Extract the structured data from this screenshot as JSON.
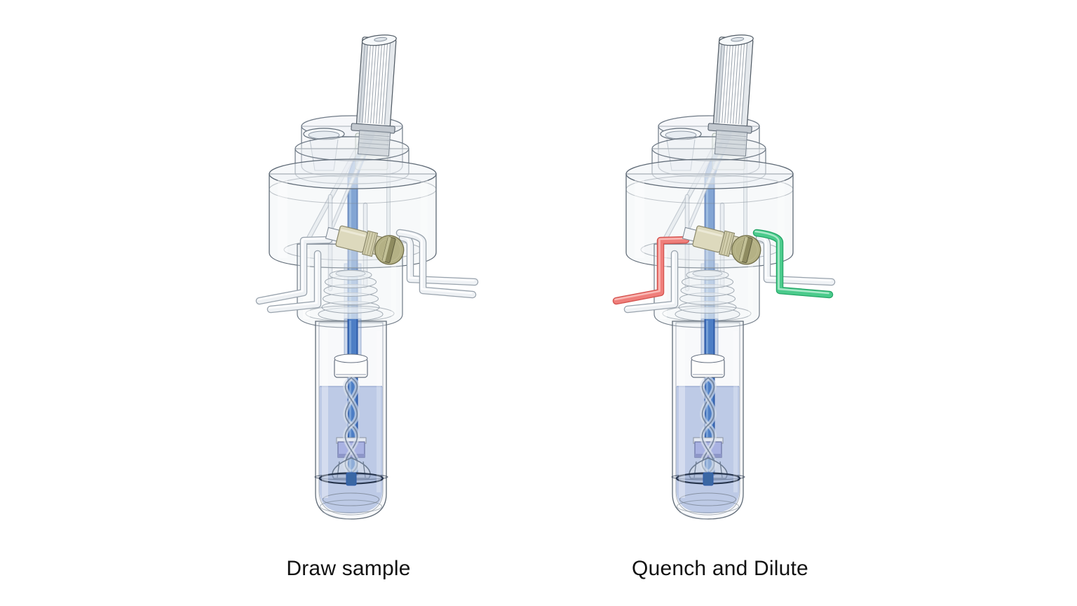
{
  "panels": [
    {
      "id": "draw-sample",
      "caption": "Draw sample",
      "tubes": {
        "left": {
          "name": "sample-line-inactive",
          "body": "#eef1f4",
          "edge": "#99a3ad",
          "highlight": "#ffffff"
        },
        "right": {
          "name": "dilute-line-inactive",
          "body": "#eef1f4",
          "edge": "#99a3ad",
          "highlight": "#ffffff"
        }
      }
    },
    {
      "id": "quench-and-dilute",
      "caption": "Quench and Dilute",
      "tubes": {
        "left": {
          "name": "quench-line-active",
          "body": "#ef7f7b",
          "edge": "#d4524e",
          "highlight": "#fac3c0"
        },
        "right": {
          "name": "dilute-line-active",
          "body": "#4bcb8c",
          "edge": "#24a567",
          "highlight": "#b9eed4"
        }
      }
    }
  ],
  "colors": {
    "background": "#ffffff",
    "caption-text": "#111111",
    "glass-fill": "#e9edf2",
    "glass-edge": "#6f7a86",
    "dip-tube": "#4d7ec5",
    "dip-tube-edge": "#2e5ba8",
    "dip-tube-highlight": "#86aede",
    "liquid": "#b7c5e4",
    "valve-body": "#ddd9bd",
    "valve-face": "#b4b185",
    "valve-slot": "#8e8b60",
    "stirrer-collar": "#a9b2e2"
  }
}
